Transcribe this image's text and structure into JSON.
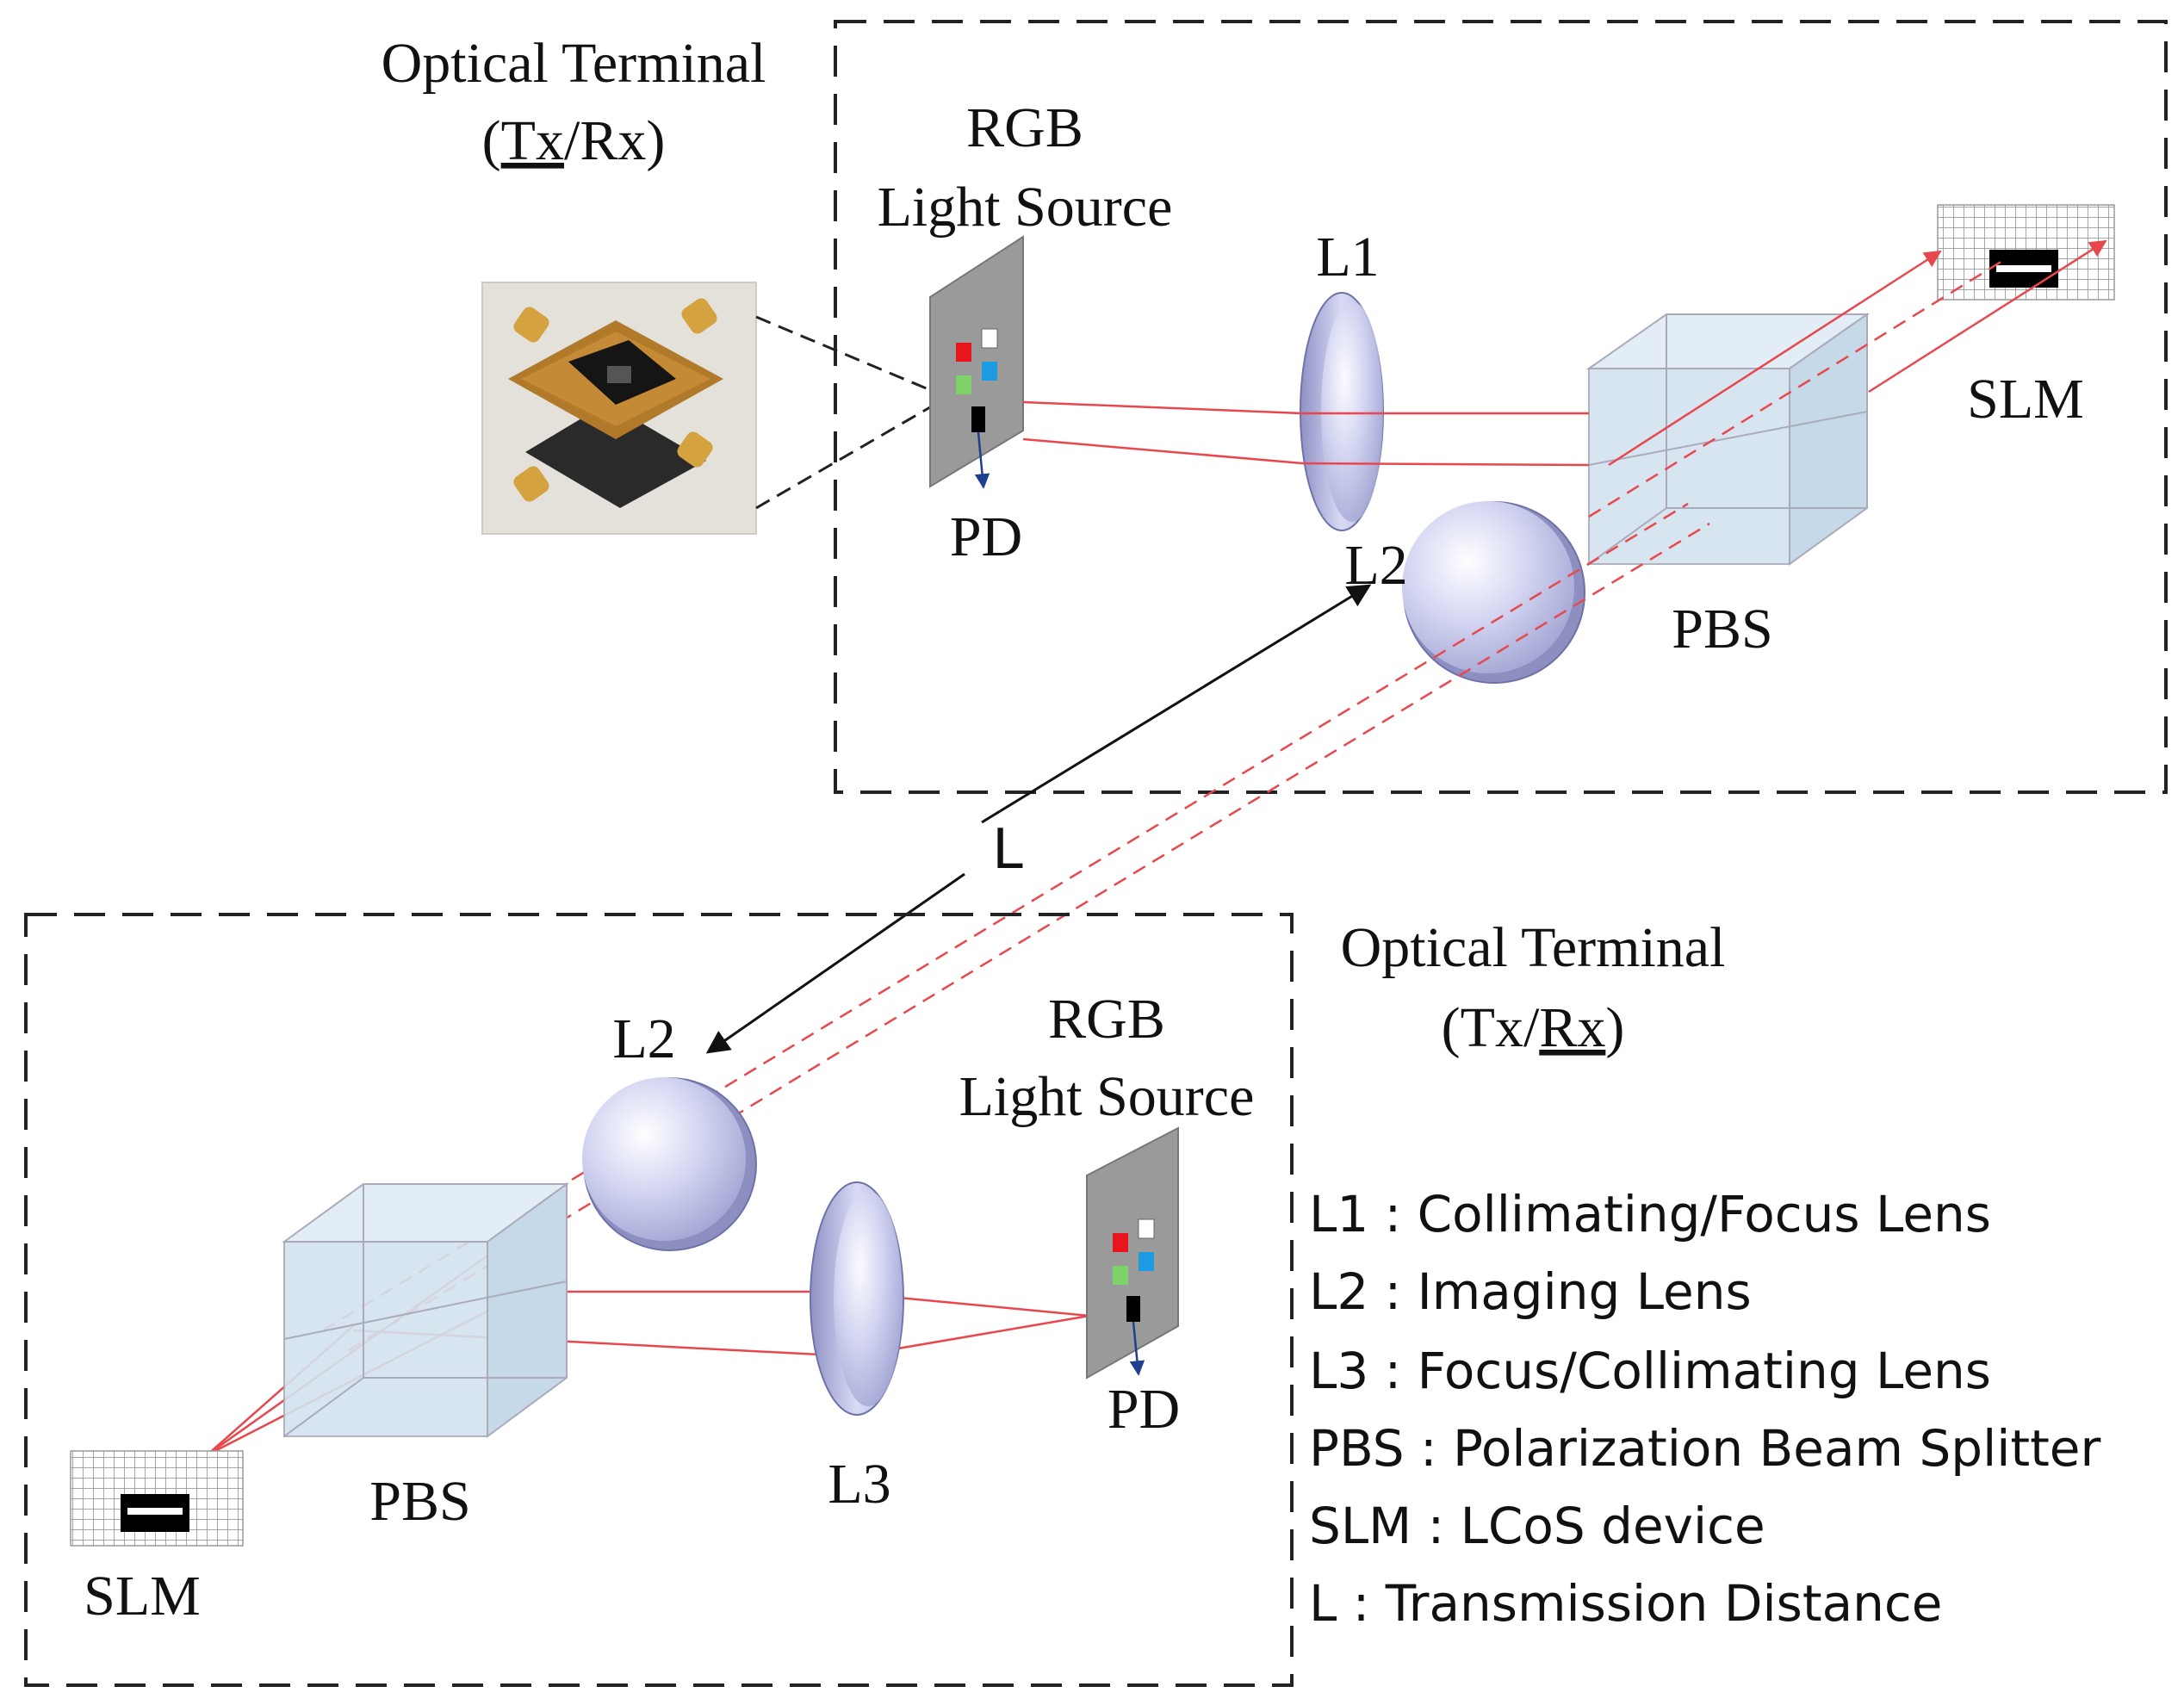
{
  "top_terminal": {
    "title": "Optical Terminal",
    "mode_prefix": "(",
    "mode_active": "Tx",
    "mode_rest": "/Rx)",
    "source_line1": "RGB",
    "source_line2": "Light Source",
    "pd_label": "PD",
    "l1_label": "L1",
    "l2_label": "L2",
    "pbs_label": "PBS",
    "slm_label": "SLM"
  },
  "bottom_terminal": {
    "title": "Optical Terminal",
    "mode_prefix": "(Tx/",
    "mode_active": "Rx",
    "mode_rest": ")",
    "source_line1": "RGB",
    "source_line2": "Light Source",
    "pd_label": "PD",
    "l2_label": "L2",
    "l3_label": "L3",
    "pbs_label": "PBS",
    "slm_label": "SLM"
  },
  "distance_label": "L",
  "legend": [
    "L1 : Collimating/Focus Lens",
    "L2 : Imaging Lens",
    "L3 : Focus/Collimating Lens",
    "PBS : Polarization Beam Splitter",
    "SLM : LCoS device",
    "L : Transmission Distance"
  ],
  "colors": {
    "beam": "#e8484d",
    "led_red": "#e8161c",
    "led_white": "#ffffff",
    "led_green": "#7dd36a",
    "led_blue": "#1d9be0",
    "lens": "#c9cbee",
    "pbs": "#cfe0ec",
    "panel": "#9a9a9a",
    "arrow_blue": "#1f3f8f"
  },
  "icons": [
    "pcb-photo",
    "led-array-icon",
    "lens-icon",
    "cube-icon",
    "grid-icon"
  ]
}
